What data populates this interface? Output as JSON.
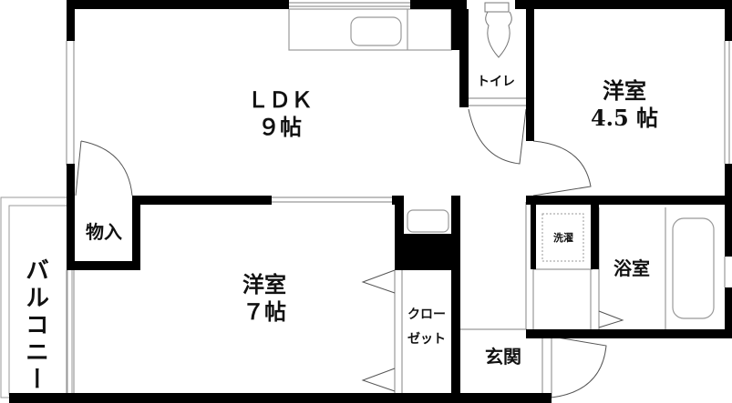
{
  "floor_plan": {
    "rooms": [
      {
        "id": "ldk",
        "name": "ＬＤＫ",
        "size": "９帖"
      },
      {
        "id": "western_4_5",
        "name": "洋室",
        "size": "4.5 帖"
      },
      {
        "id": "western_7",
        "name": "洋室",
        "size": "７帖"
      },
      {
        "id": "toilet",
        "name": "トイレ"
      },
      {
        "id": "storage",
        "name": "物入"
      },
      {
        "id": "balcony",
        "name": "バルコニー"
      },
      {
        "id": "closet",
        "name": "クロー",
        "name2": "ゼット"
      },
      {
        "id": "entrance",
        "name": "玄関"
      },
      {
        "id": "bathroom",
        "name": "浴室"
      },
      {
        "id": "laundry",
        "name": "洗濯"
      }
    ],
    "colors": {
      "wall": "#000000",
      "fixture_line": "#999999",
      "background": "#ffffff"
    }
  }
}
